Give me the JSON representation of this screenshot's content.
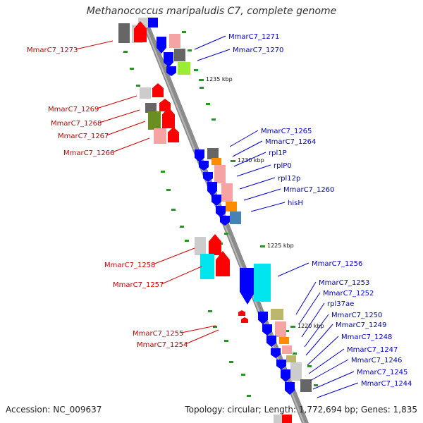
{
  "title": "Methanococcus maripaludis C7, complete genome",
  "accession_text": "Accession: NC_009637",
  "summary_text": "Topology: circular; Length: 1,772,694 bp; Genes: 1,835",
  "colors": {
    "backbone": "#8c8c8c",
    "tick": "#2f8f2f",
    "left_label": "#cc0000",
    "right_label": "#0000cc",
    "reverse_strand": "#ff0000",
    "forward_strand": "#0000ff",
    "light_red": "#f5a3a3",
    "dark_gray": "#666666",
    "light_gray": "#cccccc",
    "light_green": "#99ee33",
    "olive": "#6b8e23",
    "orange": "#ff8c00",
    "steel_blue": "#4682b4",
    "cyan": "#00e5ee",
    "khaki": "#bdb76b"
  },
  "tick_labels": [
    "1235 kbp",
    "1230 kbp",
    "1225 kbp",
    "1220 kbp"
  ],
  "left_labels": [
    "MmarC7_1273",
    "MmarC7_1269",
    "MmarC7_1268",
    "MmarC7_1267",
    "MmarC7_1266",
    "MmarC7_1258",
    "MmarC7_1257",
    "MmarC7_1255",
    "MmarC7_1254"
  ],
  "right_labels": [
    "MmarC7_1271",
    "MmarC7_1270",
    "MmarC7_1265",
    "MmarC7_1264",
    "rpl1P",
    "rplP0",
    "rpl12p",
    "MmarC7_1260",
    "hisH",
    "MmarC7_1256",
    "MmarC7_1253",
    "MmarC7_1252",
    "rpl37ae",
    "MmarC7_1250",
    "MmarC7_1249",
    "MmarC7_1248",
    "MmarC7_1247",
    "MmarC7_1246",
    "MmarC7_1245",
    "MmarC7_1244"
  ]
}
